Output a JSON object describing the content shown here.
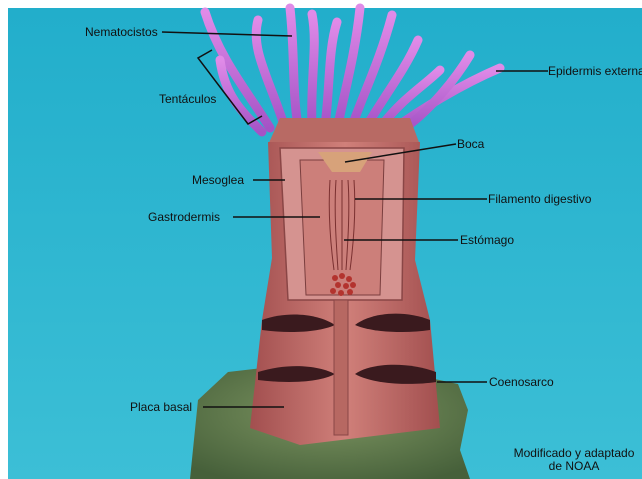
{
  "colors": {
    "background_water": "#2cb4cf",
    "body": "#c26a66",
    "tentacles": "#c86ad8",
    "rock": "#5f7a48",
    "label_text": "#111111",
    "leader_lines": "#111111"
  },
  "labels": {
    "nematocistos": "Nematocistos",
    "tentaculos": "Tentáculos",
    "epidermis_externa": "Epidermis externa",
    "boca": "Boca",
    "mesoglea": "Mesoglea",
    "filamento_digestivo": "Filamento digestivo",
    "gastrodermis": "Gastrodermis",
    "estomago": "Estómago",
    "coenosarco": "Coenosarco",
    "placa_basal": "Placa basal"
  },
  "credit": {
    "line1": "Modificado y adaptado",
    "line2": "de NOAA"
  }
}
